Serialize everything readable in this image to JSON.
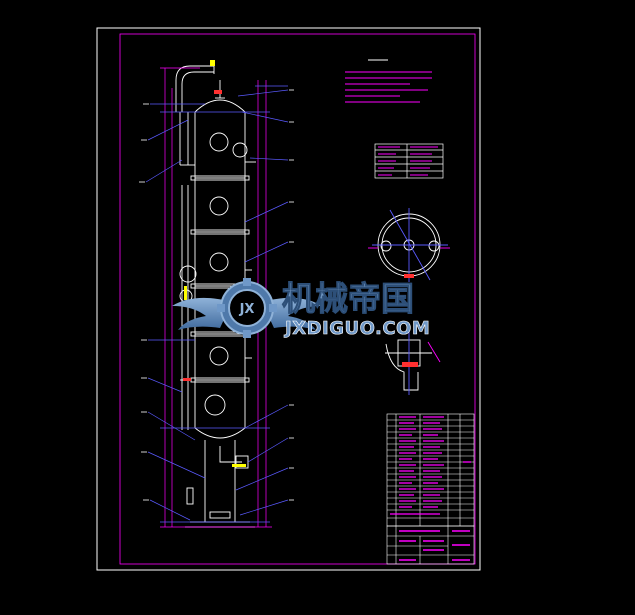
{
  "watermark": {
    "cn_text": "机械帝国",
    "en_text": "JXDIGUO.COM",
    "badge_text": "JX"
  },
  "colors": {
    "background": "#000000",
    "frame": "#ffffff",
    "cyan": "#00ffff",
    "white": "#ffffff",
    "magenta": "#ff00ff",
    "blue": "#5a5aff",
    "red": "#ff3030",
    "yellow": "#ffff00",
    "watermark_fill": "#5c86b8"
  },
  "icons": {
    "watermark_logo": "winged-gear-icon"
  }
}
